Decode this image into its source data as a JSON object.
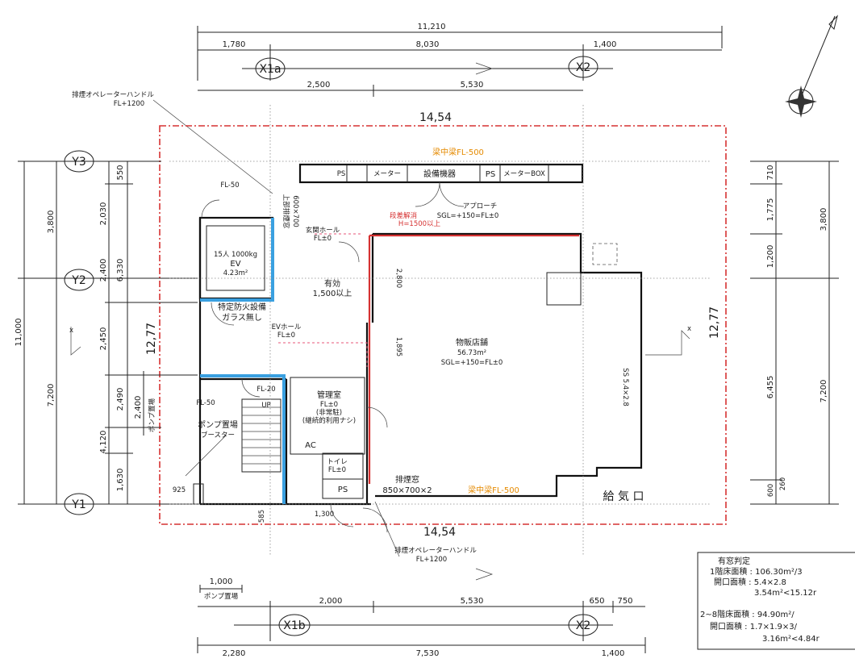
{
  "dims_top": {
    "overall": "11,210",
    "seg1": "1,780",
    "seg2": "8,030",
    "seg3": "1,400",
    "sub1": "2,500",
    "sub2": "5,530"
  },
  "grid_labels": {
    "x1a": "X1a",
    "x2_top": "X2",
    "x1b": "X1b",
    "x2_bottom": "X2",
    "y1": "Y1",
    "y2": "Y2",
    "y3": "Y3"
  },
  "dims_left": {
    "overall": "11,000",
    "a": "3,800",
    "b": "7,200",
    "c": "2,030",
    "d": "550",
    "e": "2,400",
    "f": "6,330",
    "g": "2,450",
    "h": "2,400",
    "i": "4,120",
    "j": "2,490",
    "k": "1,630",
    "pump": "ポンプ置場"
  },
  "dims_right": {
    "a": "3,800",
    "b": "7,200",
    "c": "710",
    "d": "1,775",
    "e": "1,200",
    "f": "6,455",
    "g": "260",
    "h": "600"
  },
  "site": {
    "width_top": "14,54",
    "width_bottom": "14,54",
    "height_left": "12,77",
    "height_right": "12,77"
  },
  "notes": {
    "smoke_handle_top": "排煙オペレーターハンドル",
    "smoke_handle_top_fl": "FL+1200",
    "smoke_handle_bottom": "排煙オペレーターハンドル",
    "smoke_handle_bottom_fl": "FL+1200",
    "beam_top": "梁中梁FL-500",
    "beam_bottom": "梁中梁FL-500",
    "approach": "アプローチ",
    "approach_sgl": "SGL=+150=FL±0",
    "level_diff": "段差解消",
    "level_diff_2": "H=1500以上",
    "equipment": "設備機器",
    "ps1": "PS",
    "ps2": "PS",
    "ps3": "PS",
    "meter": "メーター",
    "ps_box": "メーターBOX",
    "fl_minus50_a": "FL-50",
    "fl_minus50_b": "FL-50",
    "fl_minus20": "FL-20",
    "smoke_exhaust_v": "上部排煙窓",
    "smoke_exhaust_v2": "600×700",
    "hall": "玄関ホール",
    "hall_fl": "FL±0",
    "ev_cap": "15人 1000kg",
    "ev": "EV",
    "ev_area": "4.23m²",
    "effective": "有効",
    "effective_w": "1,500以上",
    "fire_equip": "特定防火設備",
    "glass": "ガラス無し",
    "ev_hall": "EVホール",
    "ev_hall_fl": "FL±0",
    "shop": "物販店舗",
    "shop_area": "56.73m²",
    "shop_sgl": "SGL=+150=FL±0",
    "opening": "SS 5.4×2.8",
    "admin": "管理室",
    "admin_fl": "FL±0",
    "admin_note1": "(非常駐)",
    "admin_note2": "(継続的利用ナシ)",
    "pump": "ポンプ置場",
    "booster": "ブースター",
    "up": "UP",
    "ac": "AC",
    "toilet": "トイレ",
    "toilet_fl": "FL±0",
    "smoke_window": "排煙窓",
    "smoke_window_size": "850×700×2",
    "intake": "給 気 口",
    "dim_925": "925",
    "dim_585": "585",
    "dim_2800": "2,800",
    "dim_1895": "1,895",
    "dim_1300": "1,300"
  },
  "dims_bottom": {
    "pump_w": "1,000",
    "pump": "ポンプ置場",
    "b1": "2,000",
    "b2": "5,530",
    "b3": "650",
    "b4": "750",
    "c1": "2,280",
    "c2": "7,530",
    "c3": "1,400"
  },
  "judgement": {
    "title": "有窓判定",
    "l1": "1階床面積 : 106.30m²/3",
    "l2": "開口面積 : 5.4×2.8",
    "l3": "3.54m²<15.12r",
    "l4": "2~8階床面積 : 94.90m²/",
    "l5": "開口面積 : 1.7×1.9×3/",
    "l6": "3.16m²<4.84r"
  },
  "colors": {
    "site_line": "#d63232",
    "beam_text": "#e58a00",
    "fire_line": "#3aa0e0"
  }
}
